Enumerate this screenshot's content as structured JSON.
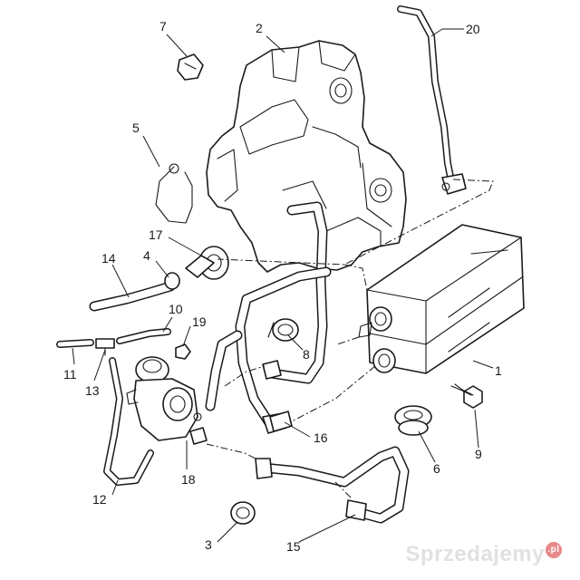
{
  "diagram": {
    "callouts": [
      {
        "id": "c1",
        "label": "1"
      },
      {
        "id": "c2",
        "label": "2"
      },
      {
        "id": "c3",
        "label": "3"
      },
      {
        "id": "c4",
        "label": "4"
      },
      {
        "id": "c5",
        "label": "5"
      },
      {
        "id": "c6",
        "label": "6"
      },
      {
        "id": "c7",
        "label": "7"
      },
      {
        "id": "c8",
        "label": "8"
      },
      {
        "id": "c9",
        "label": "9"
      },
      {
        "id": "c10",
        "label": "10"
      },
      {
        "id": "c11",
        "label": "11"
      },
      {
        "id": "c12",
        "label": "12"
      },
      {
        "id": "c13",
        "label": "13"
      },
      {
        "id": "c14",
        "label": "14"
      },
      {
        "id": "c15",
        "label": "15"
      },
      {
        "id": "c16",
        "label": "16"
      },
      {
        "id": "c17",
        "label": "17"
      },
      {
        "id": "c18",
        "label": "18"
      },
      {
        "id": "c19",
        "label": "19"
      },
      {
        "id": "c20",
        "label": "20"
      }
    ]
  },
  "watermark": {
    "text": "Sprzedajemy",
    "tld": ".pl"
  }
}
